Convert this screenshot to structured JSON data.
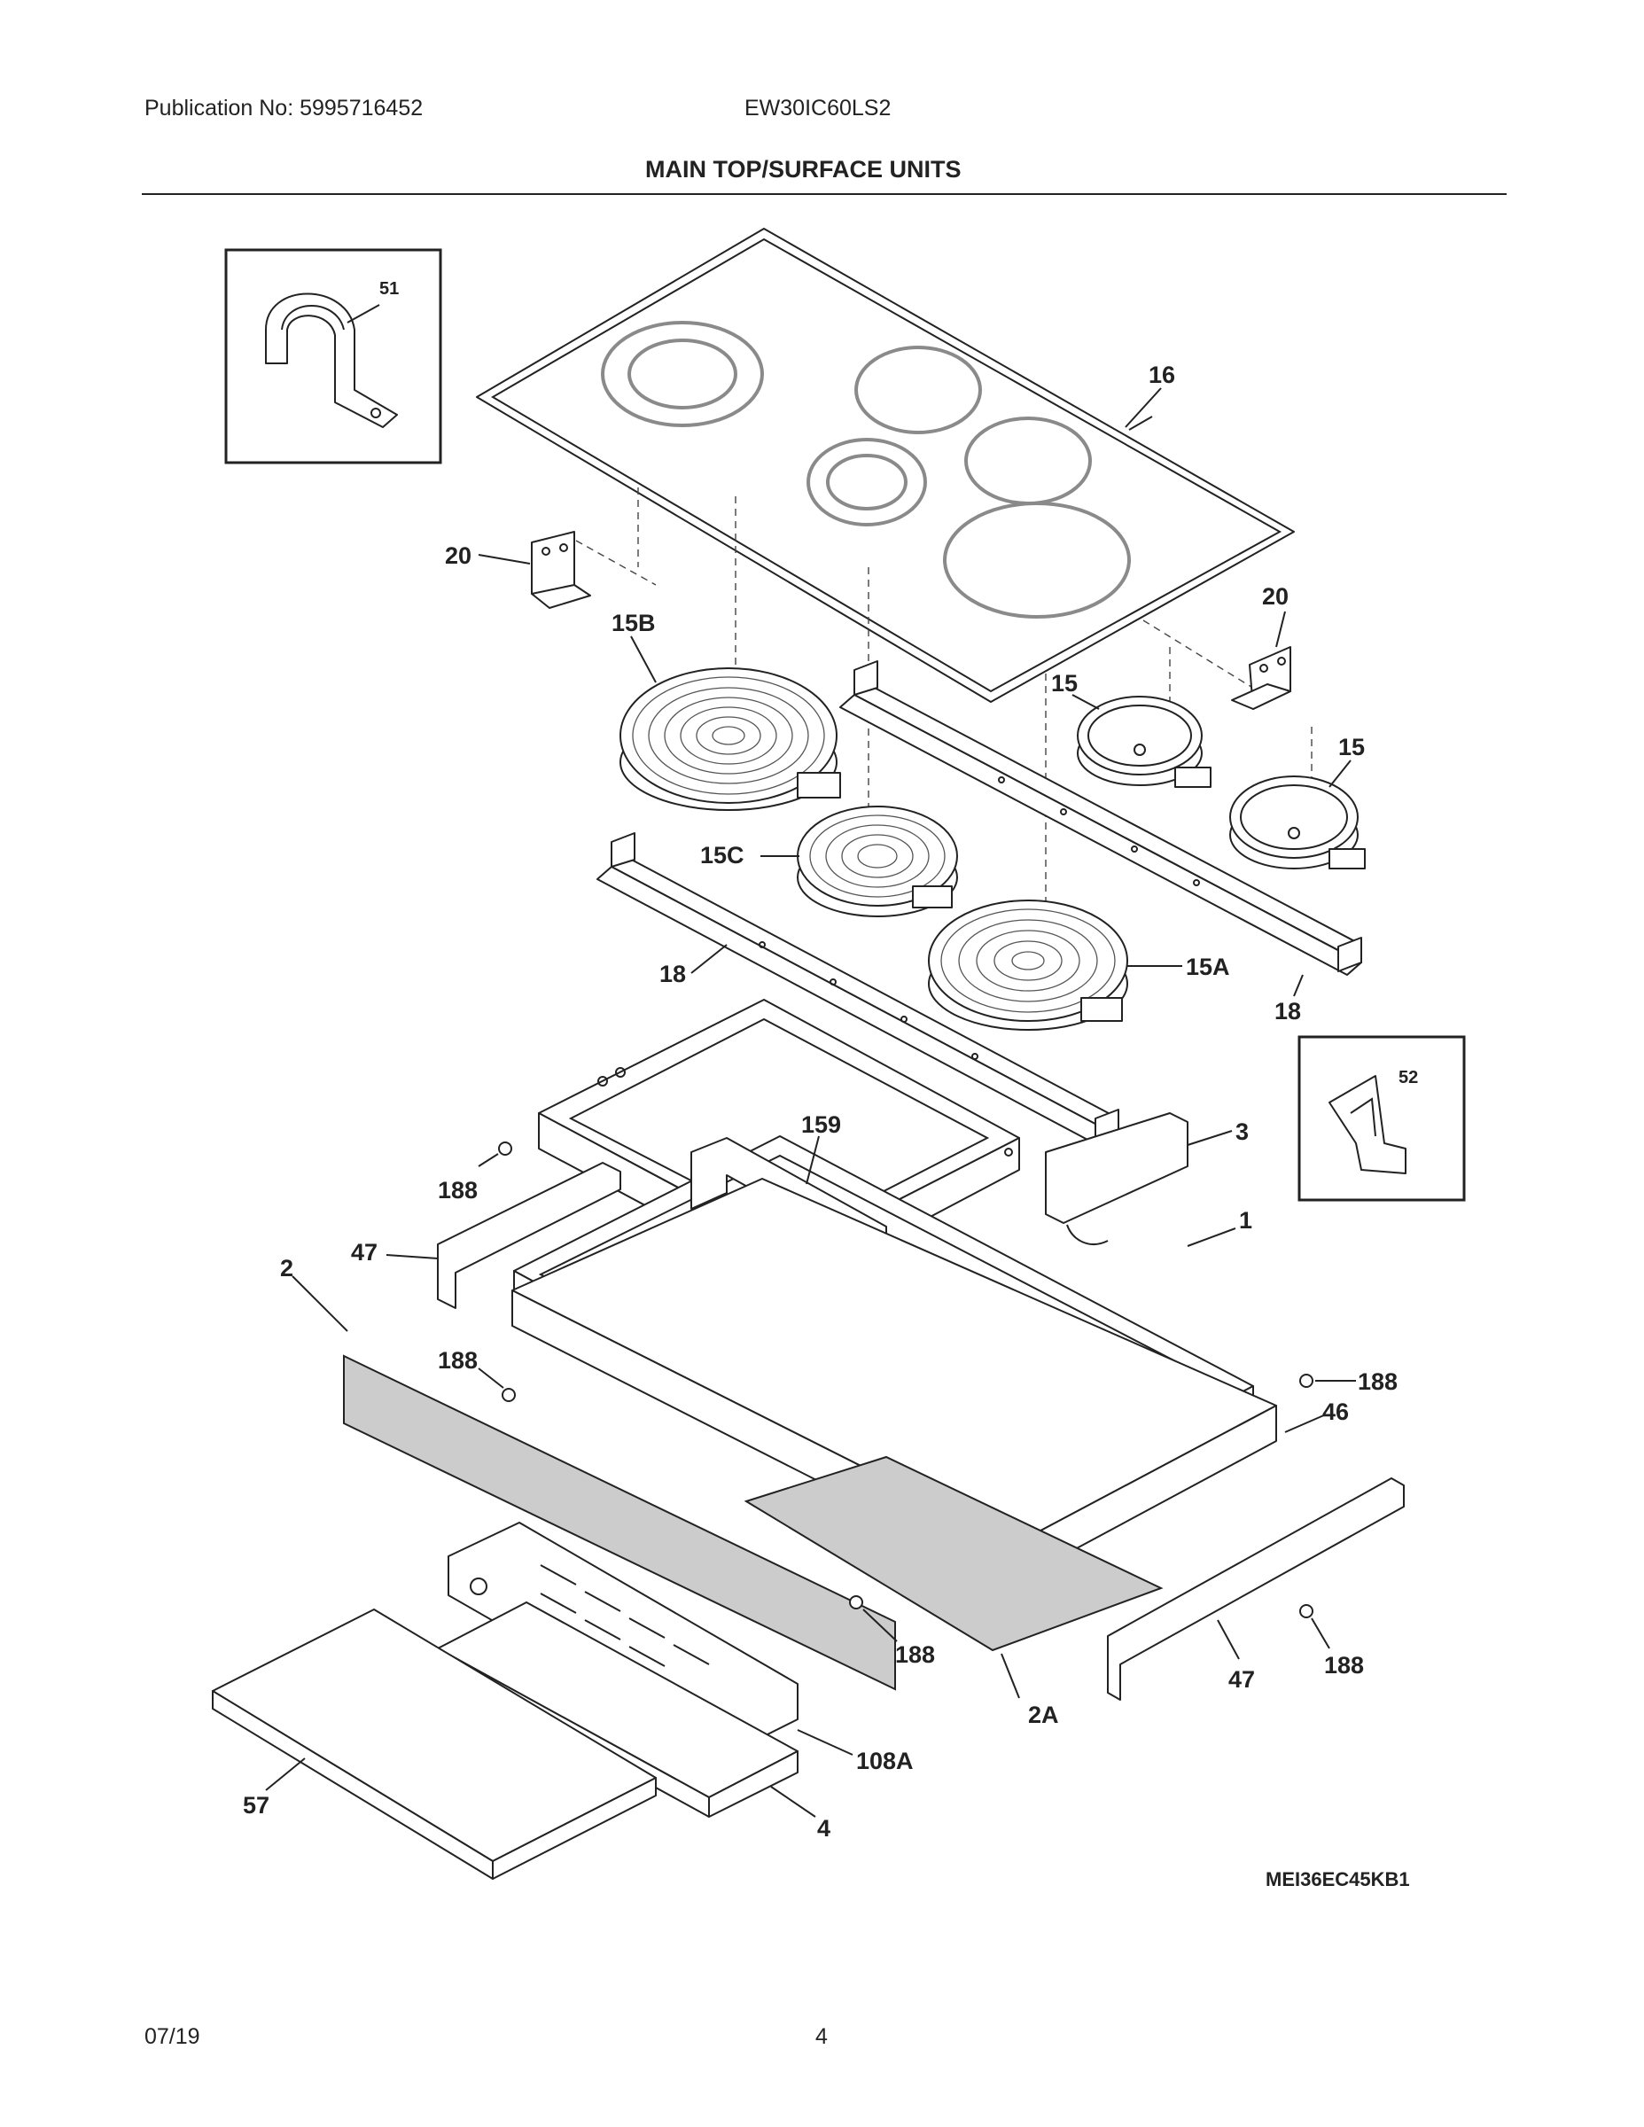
{
  "header": {
    "publication": "Publication No: 5995716452",
    "model": "EW30IC60LS2",
    "section_title": "MAIN TOP/SURFACE UNITS"
  },
  "footer": {
    "date": "07/19",
    "page_number": "4"
  },
  "diagram": {
    "code": "MEI36EC45KB1",
    "part_labels": {
      "p51": "51",
      "p52": "52",
      "p16": "16",
      "p20a": "20",
      "p20b": "20",
      "p15b": "15B",
      "p15a1": "15",
      "p15a2": "15",
      "p15c": "15C",
      "p15a": "15A",
      "p18a": "18",
      "p18b": "18",
      "p159": "159",
      "p3": "3",
      "p1": "1",
      "p188a": "188",
      "p188b": "188",
      "p188c": "188",
      "p188d": "188",
      "p188e": "188",
      "p47a": "47",
      "p47b": "47",
      "p2": "2",
      "p2a": "2A",
      "p46": "46",
      "p108a": "108A",
      "p57": "57",
      "p4": "4"
    }
  }
}
